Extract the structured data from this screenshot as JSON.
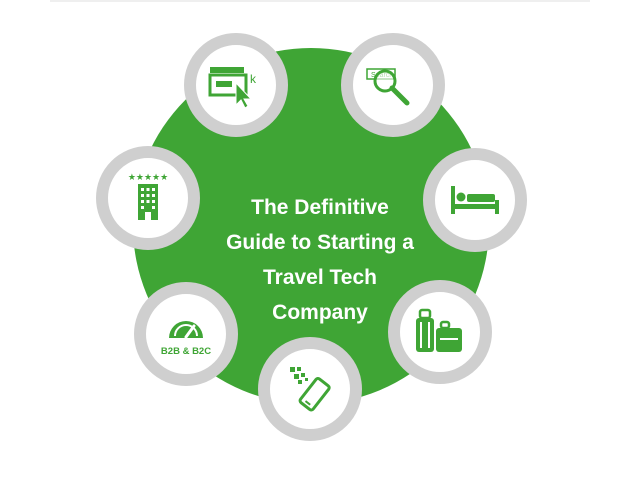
{
  "title_lines": [
    "The Definitive",
    "Guide to Starting a",
    "Travel Tech",
    "Company"
  ],
  "colors": {
    "hub_green": "#3fa535",
    "ring_gray": "#cfcfcf",
    "icon_green": "#3fa535"
  },
  "nodes": [
    {
      "name": "booking-click",
      "icon": "click-booking-icon",
      "text": ""
    },
    {
      "name": "search",
      "icon": "search-magnifier-icon",
      "text": "Search"
    },
    {
      "name": "hotel-room",
      "icon": "bed-icon",
      "text": ""
    },
    {
      "name": "luggage",
      "icon": "luggage-icon",
      "text": ""
    },
    {
      "name": "mobile",
      "icon": "smartphone-icon",
      "text": ""
    },
    {
      "name": "b2b-b2c",
      "icon": "speedometer-icon",
      "text": "B2B & B2C"
    },
    {
      "name": "hotel",
      "icon": "hotel-building-icon",
      "text": ""
    }
  ]
}
